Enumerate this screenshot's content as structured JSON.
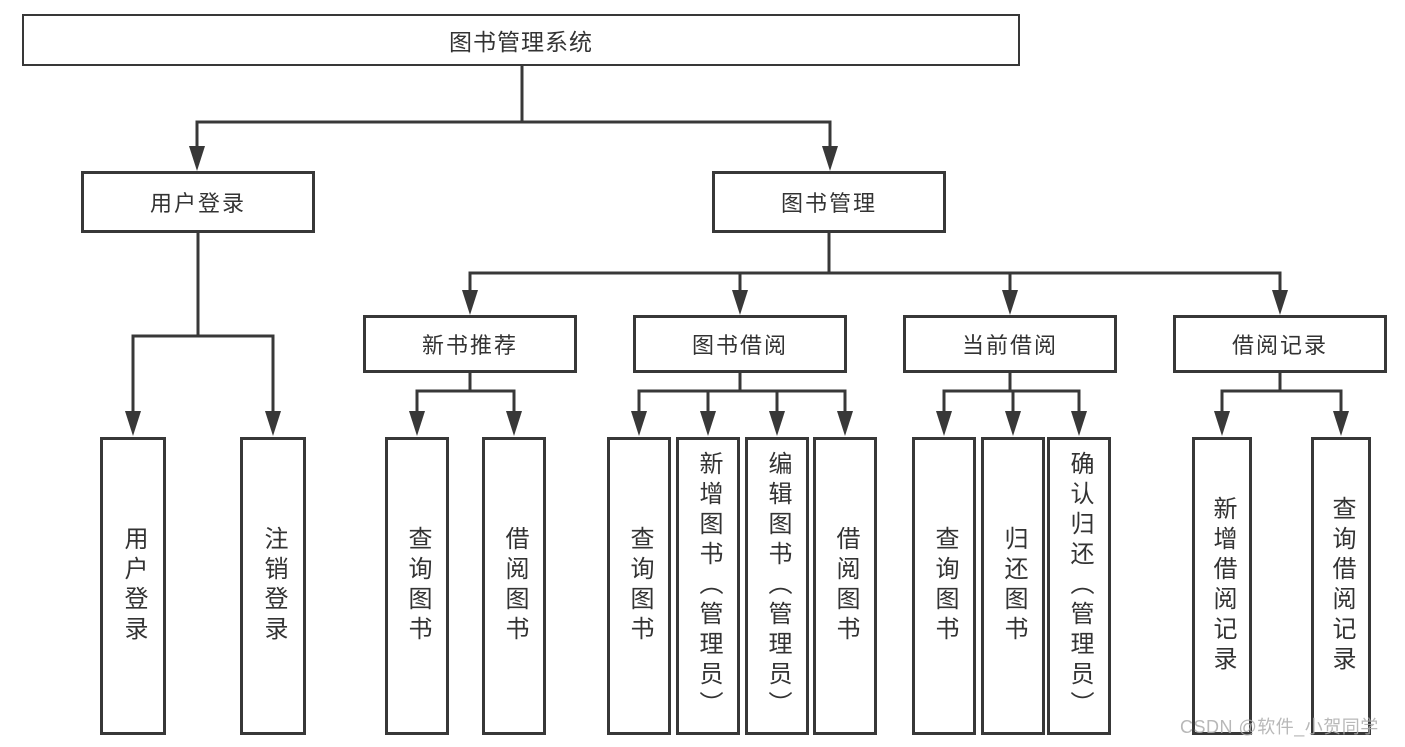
{
  "diagram": {
    "root": {
      "label": "图书管理系统",
      "children": [
        {
          "label": "用户登录",
          "children": [
            {
              "label": "用户登录"
            },
            {
              "label": "注销登录"
            }
          ]
        },
        {
          "label": "图书管理",
          "children": [
            {
              "label": "新书推荐",
              "children": [
                {
                  "label": "查询图书"
                },
                {
                  "label": "借阅图书"
                }
              ]
            },
            {
              "label": "图书借阅",
              "children": [
                {
                  "label": "查询图书"
                },
                {
                  "label": "新增图书（管理员）"
                },
                {
                  "label": "编辑图书（管理员）"
                },
                {
                  "label": "借阅图书"
                }
              ]
            },
            {
              "label": "当前借阅",
              "children": [
                {
                  "label": "查询图书"
                },
                {
                  "label": "归还图书"
                },
                {
                  "label": "确认归还（管理员）"
                }
              ]
            },
            {
              "label": "借阅记录",
              "children": [
                {
                  "label": "新增借阅记录"
                },
                {
                  "label": "查询借阅记录"
                }
              ]
            }
          ]
        }
      ]
    }
  },
  "watermark": "CSDN @软件_小贺同学",
  "colors": {
    "line": "#383838",
    "box_border": "#383838",
    "text": "#333333",
    "background": "#ffffff",
    "watermark": "#acacac"
  }
}
